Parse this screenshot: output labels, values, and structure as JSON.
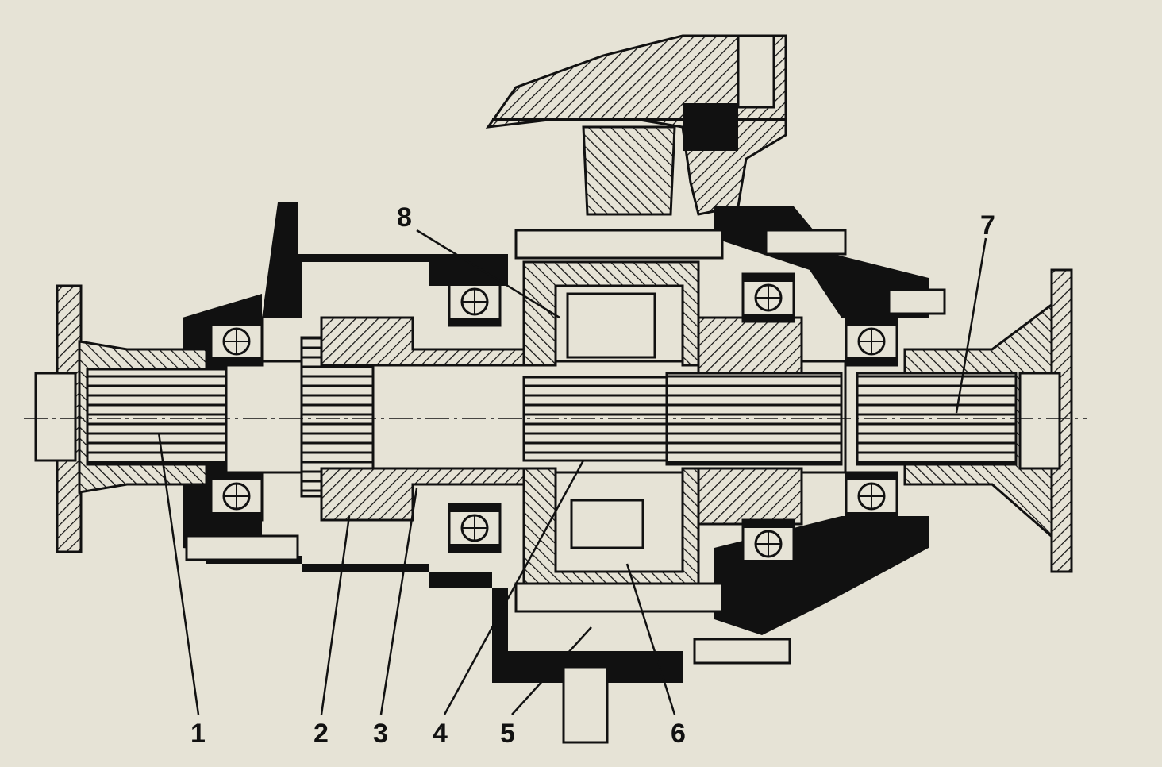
{
  "figure": {
    "labels": [
      "1",
      "2",
      "3",
      "4",
      "5",
      "6",
      "7",
      "8"
    ]
  },
  "colors": {
    "paper": "#e6e3d6",
    "ink": "#111111"
  }
}
